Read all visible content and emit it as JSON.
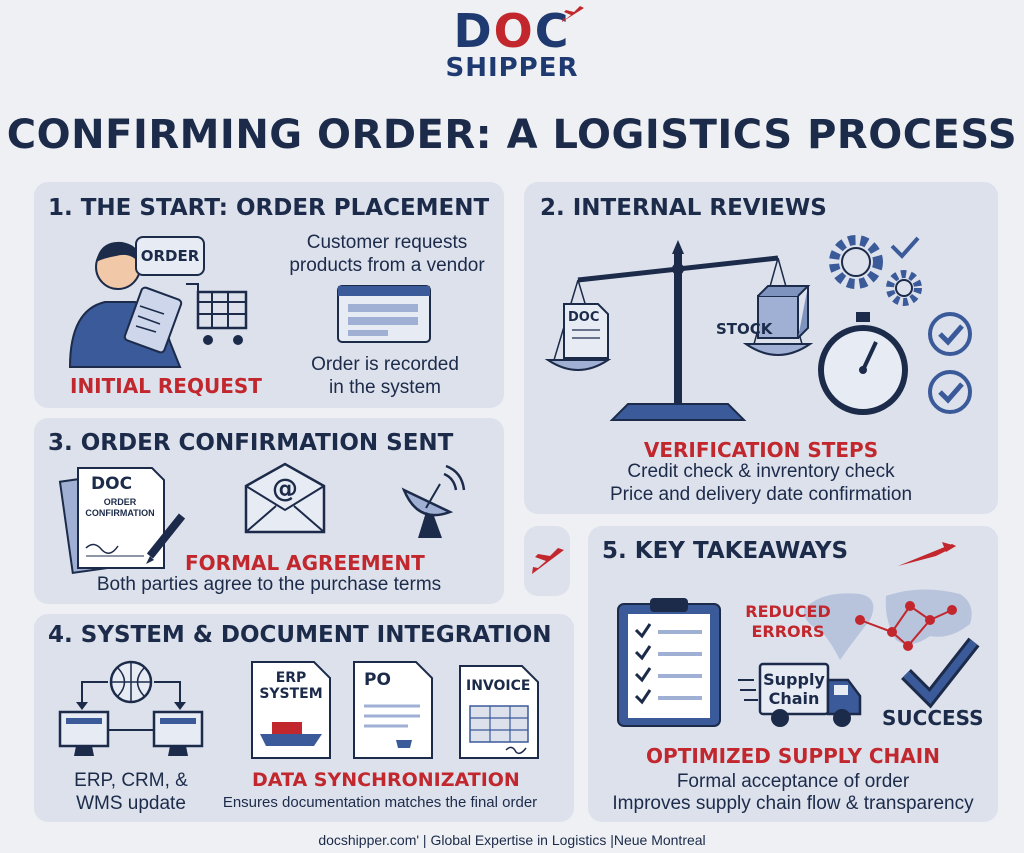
{
  "logo": {
    "top": "D",
    "top_o": "O",
    "top_end": "C",
    "bottom": "SHIPPER"
  },
  "title": "CONFIRMING ORDER: A LOGISTICS PROCESS",
  "s1": {
    "title": "1. THE START: ORDER PLACEMENT",
    "bubble": "ORDER",
    "line1": "Customer requests",
    "line2": "products from a vendor",
    "line3": "Order is recorded",
    "line4": "in the system",
    "caption": "INITIAL REQUEST"
  },
  "s2": {
    "title": "2. INTERNAL REVIEWS",
    "doc": "DOC",
    "stock": "STOCK",
    "caption": "VERIFICATION STEPS",
    "line1": "Credit check & invrentory check",
    "line2": "Price and delivery date confirmation"
  },
  "s3": {
    "title": "3. ORDER CONFIRMATION SENT",
    "doc": "DOC",
    "doc_sub1": "ORDER",
    "doc_sub2": "CONFIRMATION",
    "at": "@",
    "caption": "FORMAL AGREEMENT",
    "line1": "Both parties agree to the purchase terms"
  },
  "s4": {
    "title": "4. SYSTEM & DOCUMENT INTEGRATION",
    "erp1": "ERP",
    "erp2": "SYSTEM",
    "po": "PO",
    "invoice": "INVOICE",
    "left1": "ERP, CRM, &",
    "left2": "WMS update",
    "caption": "DATA SYNCHRONIZATION",
    "line1": "Ensures documentation matches the final order"
  },
  "s5": {
    "title": "5. KEY TAKEAWAYS",
    "reduced1": "REDUCED",
    "reduced2": "ERRORS",
    "supply1": "Supply",
    "supply2": "Chain",
    "success": "SUCCESS",
    "caption": "OPTIMIZED SUPPLY CHAIN",
    "line1": "Formal acceptance of order",
    "line2": "Improves supply chain flow & transparency"
  },
  "footer": "docshipper.com' | Global Expertise in Logistics |Neue Montreal",
  "colors": {
    "navy": "#1c2b4a",
    "red": "#c1272d",
    "panel": "#dce1ec",
    "bg": "#eef0f4"
  }
}
